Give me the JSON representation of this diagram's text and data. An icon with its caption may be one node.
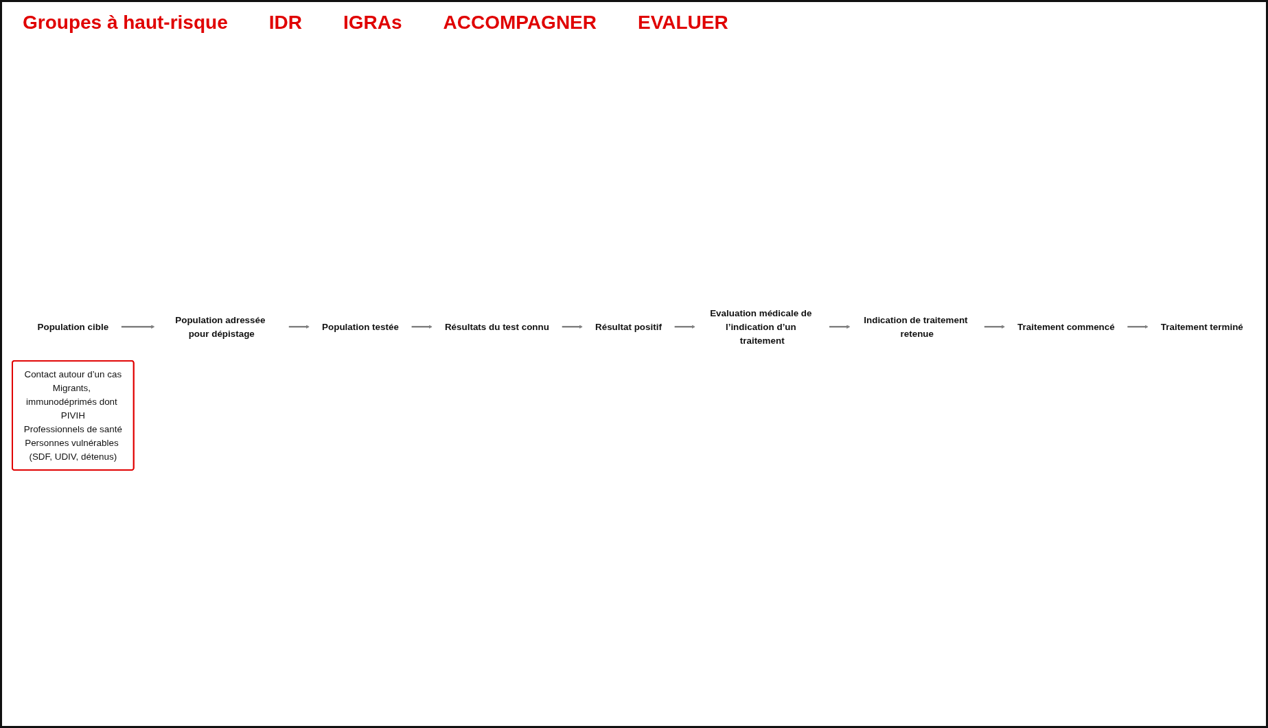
{
  "diagram": {
    "nodes": [
      {
        "text": [
          "Population cible"
        ]
      },
      {
        "text": [
          "Population adressée pour dépistage"
        ]
      },
      {
        "text": [
          "Population testée"
        ]
      },
      {
        "text": [
          "Résultats du test connu"
        ]
      },
      {
        "text": [
          "Résultat positif"
        ]
      },
      {
        "text": [
          "Evaluation médicale de l’indication d’un traitement"
        ]
      },
      {
        "text": [
          "Indication de traitement retenue"
        ]
      },
      {
        "text": [
          "Traitement commencé"
        ]
      },
      {
        "text": [
          "Traitement terminé"
        ]
      },
      {
        "text": [
          "Contact autour d’un cas",
          "Migrants, immunodéprimés dont PIVIH",
          "Professionnels de santé",
          "Personnes vulnérables (SDF, UDIV, détenus)"
        ]
      }
    ],
    "edges": [
      {
        "from": 0,
        "to": 1,
        "arrow": "to"
      },
      {
        "from": 1,
        "to": 2,
        "arrow": "to"
      },
      {
        "from": 2,
        "to": 3,
        "arrow": "to"
      },
      {
        "from": 3,
        "to": 4,
        "arrow": "to"
      },
      {
        "from": 4,
        "to": 5,
        "arrow": "to"
      },
      {
        "from": 5,
        "to": 6,
        "arrow": "to"
      },
      {
        "from": 6,
        "to": 7,
        "arrow": "to"
      },
      {
        "from": 7,
        "to": 8,
        "arrow": "to"
      }
    ],
    "labels": [
      "Groupes à haut-risque",
      "IDR",
      "IGRAs",
      "ACCOMPAGNER",
      "EVALUER"
    ]
  }
}
